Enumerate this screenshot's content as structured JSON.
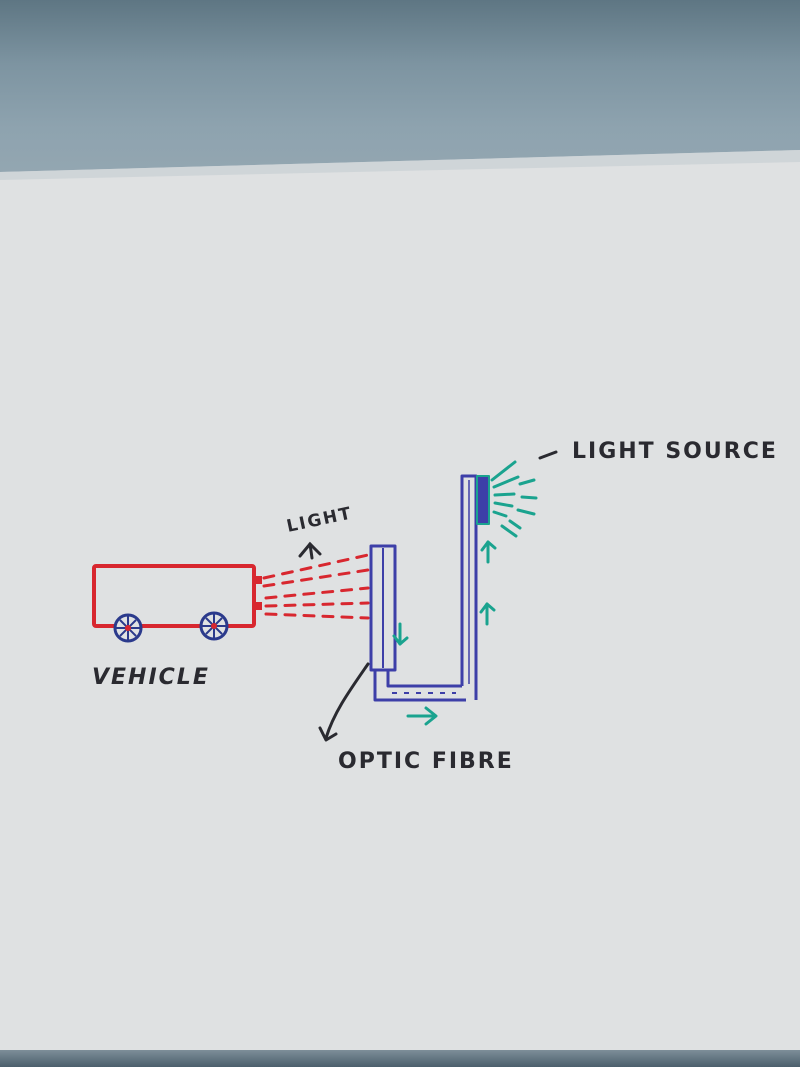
{
  "diagram": {
    "labels": {
      "light_source": "LIGHT SOURCE",
      "light": "LIGHT",
      "vehicle": "VEHICLE",
      "optic_fibre": "OPTIC FIBRE"
    },
    "colors": {
      "vehicle": "#d8272f",
      "wheel": "#2b3a8c",
      "fibre": "#3d3fa8",
      "arrows": "#1aa38f",
      "ink": "#2a2a30"
    }
  }
}
